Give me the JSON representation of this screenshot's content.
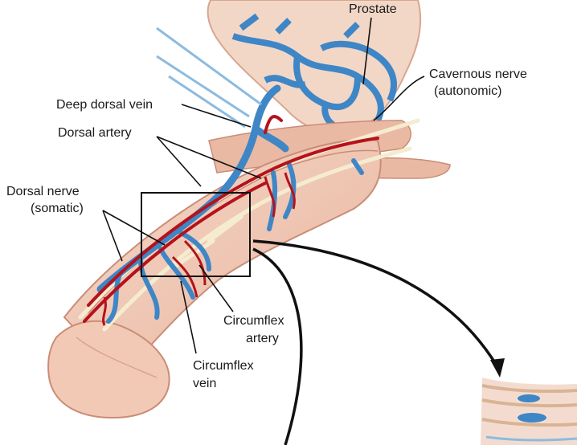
{
  "labels": {
    "prostate": "Prostate",
    "cavernous_nerve_line1": "Cavernous nerve",
    "cavernous_nerve_line2": "(autonomic)",
    "deep_dorsal_vein": "Deep dorsal vein",
    "dorsal_artery": "Dorsal artery",
    "dorsal_nerve_line1": "Dorsal nerve",
    "dorsal_nerve_line2": "(somatic)",
    "circumflex_artery_line1": "Circumflex",
    "circumflex_artery_line2": "artery",
    "circumflex_vein_line1": "Circumflex",
    "circumflex_vein_line2": "vein"
  },
  "colors": {
    "tissue": "#f2c9b5",
    "tissue_dark": "#d9a48c",
    "artery": "#b5121b",
    "vein": "#3f86c6",
    "nerve": "#f5ecd0",
    "prostate": "#f3d7c6"
  }
}
